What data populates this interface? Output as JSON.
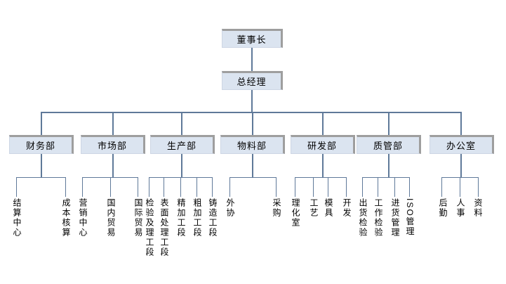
{
  "colors": {
    "box_fill": "#dbe4f0",
    "box_shadow": "#9e9e9e",
    "connector": "#5f7999",
    "text": "#000000",
    "background": "#ffffff"
  },
  "root": {
    "label": "董事长"
  },
  "general_manager": {
    "label": "总经理"
  },
  "departments": [
    {
      "label": "财务部",
      "children": [
        "结算中心",
        "成本核算"
      ]
    },
    {
      "label": "市场部",
      "children": [
        "营销中心",
        "国内贸易",
        "国际贸易"
      ]
    },
    {
      "label": "生产部",
      "children": [
        "检验及理工段",
        "表面处理工段",
        "精加工段",
        "粗加工段",
        "铸造工段"
      ]
    },
    {
      "label": "物料部",
      "children": [
        "外协",
        "采购"
      ]
    },
    {
      "label": "研发部",
      "children": [
        "理化室",
        "工艺",
        "模具",
        "开发"
      ]
    },
    {
      "label": "质管部",
      "children": [
        "出货检验",
        "工作检验",
        "进货管理",
        "ISO管理"
      ]
    },
    {
      "label": "办公室",
      "children": [
        "后勤",
        "人事",
        "资料"
      ]
    }
  ]
}
